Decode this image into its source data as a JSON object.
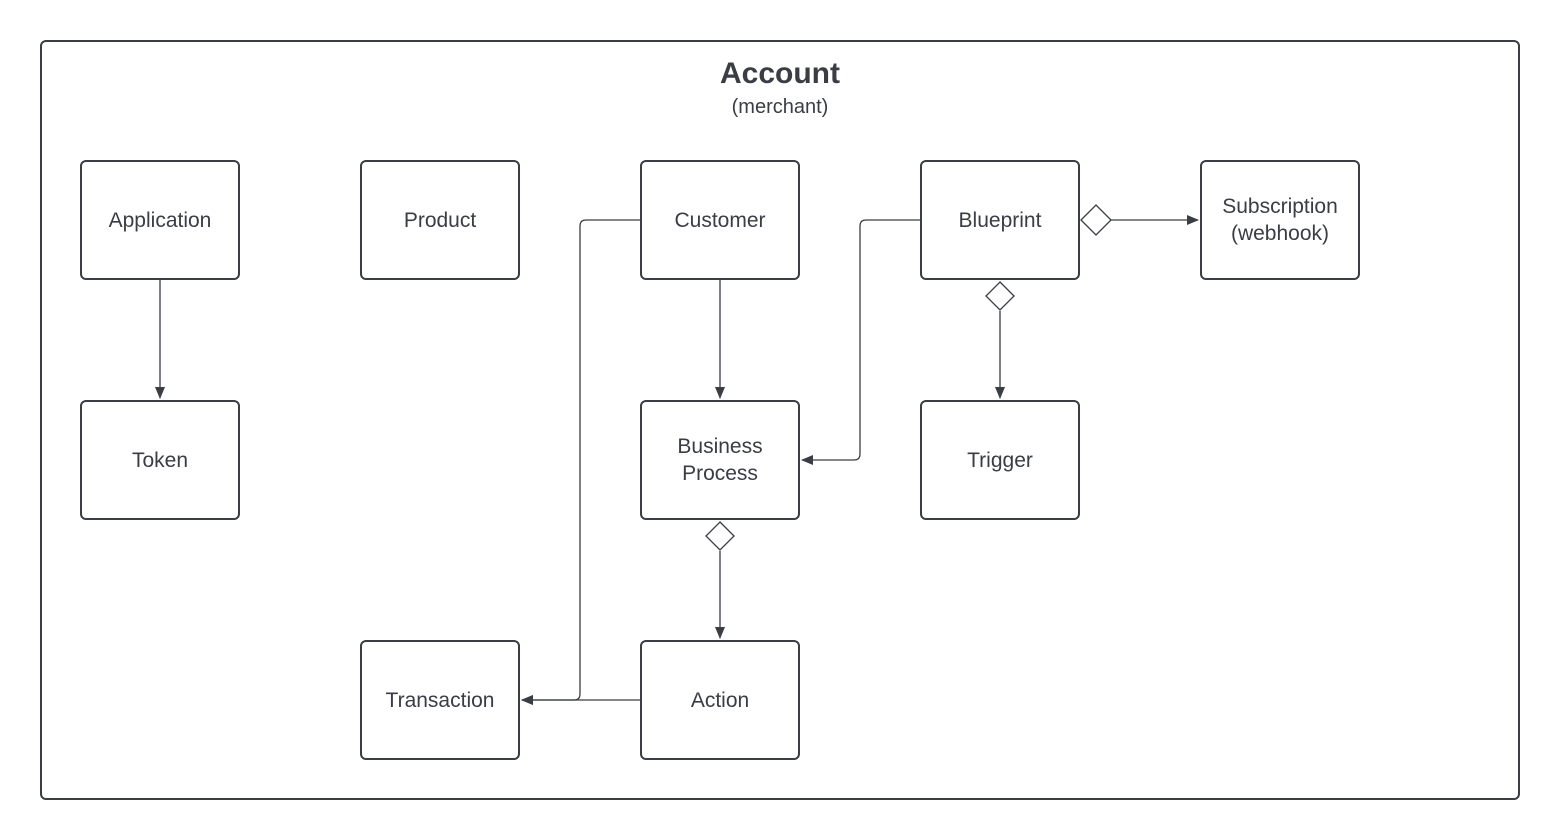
{
  "diagram": {
    "title": "Account",
    "subtitle": "(merchant)",
    "colors": {
      "stroke": "#3a3d44",
      "text": "#3a3d44",
      "background": "#ffffff"
    },
    "nodes": {
      "application": "Application",
      "token": "Token",
      "product": "Product",
      "transaction": "Transaction",
      "customer": "Customer",
      "business_process": "Business\nProcess",
      "action": "Action",
      "blueprint": "Blueprint",
      "trigger": "Trigger",
      "subscription": "Subscription\n(webhook)"
    },
    "edges": [
      {
        "from": "application",
        "to": "token",
        "type": "arrow"
      },
      {
        "from": "customer",
        "to": "business_process",
        "type": "arrow"
      },
      {
        "from": "customer",
        "to": "transaction",
        "type": "arrow"
      },
      {
        "from": "action",
        "to": "transaction",
        "type": "arrow"
      },
      {
        "from": "blueprint",
        "to": "business_process",
        "type": "arrow"
      },
      {
        "from": "blueprint",
        "to": "subscription",
        "type": "aggregation"
      },
      {
        "from": "blueprint",
        "to": "trigger",
        "type": "aggregation"
      },
      {
        "from": "business_process",
        "to": "action",
        "type": "aggregation"
      }
    ]
  }
}
